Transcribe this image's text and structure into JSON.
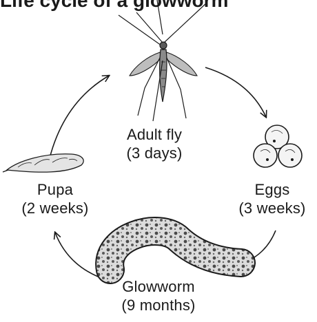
{
  "diagram": {
    "title": "Life cycle of a glowworm",
    "stages": {
      "adult": {
        "name": "Adult fly",
        "duration": "(3 days)",
        "icon": "fly-icon"
      },
      "eggs": {
        "name": "Eggs",
        "duration": "(3 weeks)",
        "icon": "eggs-icon"
      },
      "larva": {
        "name": "Glowworm",
        "duration": "(9 months)",
        "icon": "glowworm-larva-icon"
      },
      "pupa": {
        "name": "Pupa",
        "duration": "(2 weeks)",
        "icon": "pupa-icon"
      }
    },
    "colors": {
      "ink": "#1a1a1a",
      "background": "#ffffff"
    }
  }
}
